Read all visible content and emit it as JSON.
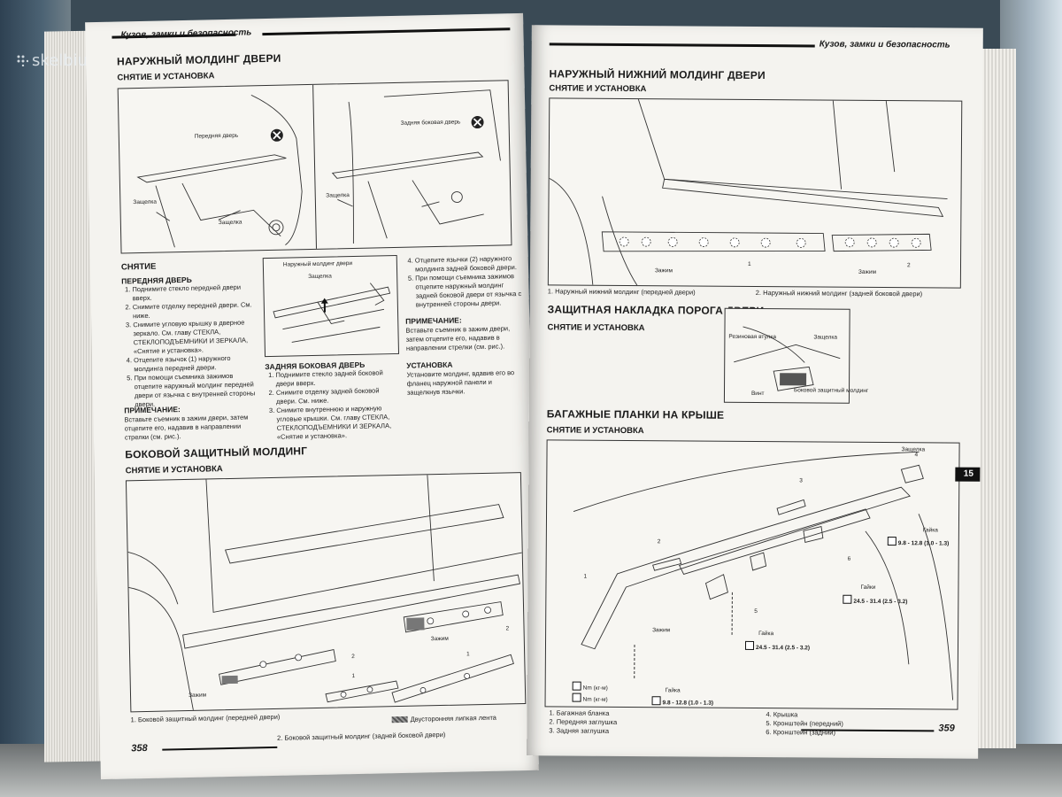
{
  "watermark": "skelbiu.lt",
  "left_page": {
    "header": "Кузов, замки и безопасность",
    "section1": {
      "title": "НАРУЖНЫЙ МОЛДИНГ ДВЕРИ",
      "subtitle": "СНЯТИЕ И УСТАНОВКА",
      "fig_labels": {
        "front_door": "Передняя дверь",
        "rear_door": "Задняя боковая дверь",
        "latch1": "Защелка",
        "latch2": "Защелка",
        "latch3": "Защелка"
      }
    },
    "removal": {
      "title": "СНЯТИЕ",
      "front_title": "ПЕРЕДНЯЯ ДВЕРЬ",
      "front_steps": [
        "Поднимите стекло передней двери вверх.",
        "Снимите отделку передней двери. См. ниже.",
        "Снимите угловую крышку в дверное зеркало. См. главу СТЕКЛА, СТЕКЛОПОДЪЕМНИКИ И ЗЕРКАЛА, «Снятие и установка».",
        "Отцепите язычок (1) наружного молдинга передней двери.",
        "При помощи съемника зажимов отцепите наружный молдинг передней двери от язычка с внутренней стороны двери."
      ],
      "note_title": "ПРИМЕЧАНИЕ:",
      "note_text": "Вставьте съемник в зажим двери, затем отцепите его, надавив в направлении стрелки (см. рис.).",
      "fig_labels": {
        "outer_molding": "Наружный молдинг двери",
        "latch": "Защелка"
      },
      "rear_title": "ЗАДНЯЯ БОКОВАЯ ДВЕРЬ",
      "rear_steps": [
        "Поднимите стекло задней боковой двери вверх.",
        "Снимите отделку задней боковой двери. См. ниже.",
        "Снимите внутреннюю и наружную угловые крышки. См. главу СТЕКЛА, СТЕКЛОПОДЪЕМНИКИ И ЗЕРКАЛА, «Снятие и установка»."
      ],
      "rear_steps_cont": [
        "Отцепите язычки (2) наружного молдинга задней боковой двери.",
        "При помощи съемника зажимов отцепите наружный молдинг задней боковой двери от язычка с внутренней стороны двери."
      ],
      "note2_title": "ПРИМЕЧАНИЕ:",
      "note2_text": "Вставьте съемник в зажим двери, затем отцепите его, надавив в направлении стрелки (см. рис.).",
      "install_title": "УСТАНОВКА",
      "install_text": "Установите молдинг, вдавив его во фланец наружной панели и защелкнув язычки."
    },
    "section2": {
      "title": "БОКОВОЙ ЗАЩИТНЫЙ МОЛДИНГ",
      "subtitle": "СНЯТИЕ И УСТАНОВКА",
      "fig_labels": {
        "clip1": "Зажим",
        "clip2": "Зажим",
        "n1": "1",
        "n2": "2",
        "n2b": "2",
        "n1b": "1"
      },
      "legend": "Двусторонняя липкая лента",
      "captions": [
        "1.  Боковой защитный молдинг (передней двери)",
        "2.  Боковой защитный молдинг (задней боковой двери)"
      ]
    },
    "page_number": "358"
  },
  "right_page": {
    "header": "Кузов, замки и безопасность",
    "section1": {
      "title": "НАРУЖНЫЙ НИЖНИЙ МОЛДИНГ ДВЕРИ",
      "subtitle": "СНЯТИЕ И УСТАНОВКА",
      "fig_labels": {
        "clip1": "Зажим",
        "clip2": "Зажим",
        "n1": "1",
        "n2": "2"
      },
      "captions": [
        "1.  Наружный нижний молдинг (передней двери)",
        "2.  Наружный нижний молдинг (задней боковой двери)"
      ]
    },
    "section2": {
      "title": "ЗАЩИТНАЯ НАКЛАДКА ПОРОГА ДВЕРИ",
      "subtitle": "СНЯТИЕ И УСТАНОВКА",
      "fig_labels": {
        "rubber": "Резиновая втулка",
        "latch": "Защелка",
        "screw": "Винт",
        "cover": "Боковой защитный молдинг"
      }
    },
    "section3": {
      "title": "БАГАЖНЫЕ ПЛАНКИ НА КРЫШЕ",
      "subtitle": "СНЯТИЕ И УСТАНОВКА",
      "fig_labels": {
        "latch": "Защелка",
        "clip": "Зажим",
        "nut1": "Гайка",
        "nut2": "Гайки",
        "nut3": "Гайка",
        "nut4": "Гайка",
        "n1": "1",
        "n2": "2",
        "n3": "3",
        "n4": "4",
        "n5": "5",
        "n6": "6"
      },
      "torques": [
        "9.8 - 12.8 (1.0 - 1.3)",
        "24.5 - 31.4 (2.5 - 3.2)",
        "24.5 - 31.4 (2.5 - 3.2)",
        "9.8 - 12.8 (1.0 - 1.3)"
      ],
      "units": [
        "Nm (кг-м)",
        "Nm (кг-м)"
      ],
      "parts_left": [
        "1.  Багажная бланка",
        "2.  Передняя заглушка",
        "3.  Задняя заглушка"
      ],
      "parts_right": [
        "4.  Крышка",
        "5.  Кронштейн (передний)",
        "6.  Кронштейн (задний)"
      ]
    },
    "tab": "15",
    "page_number": "359"
  }
}
